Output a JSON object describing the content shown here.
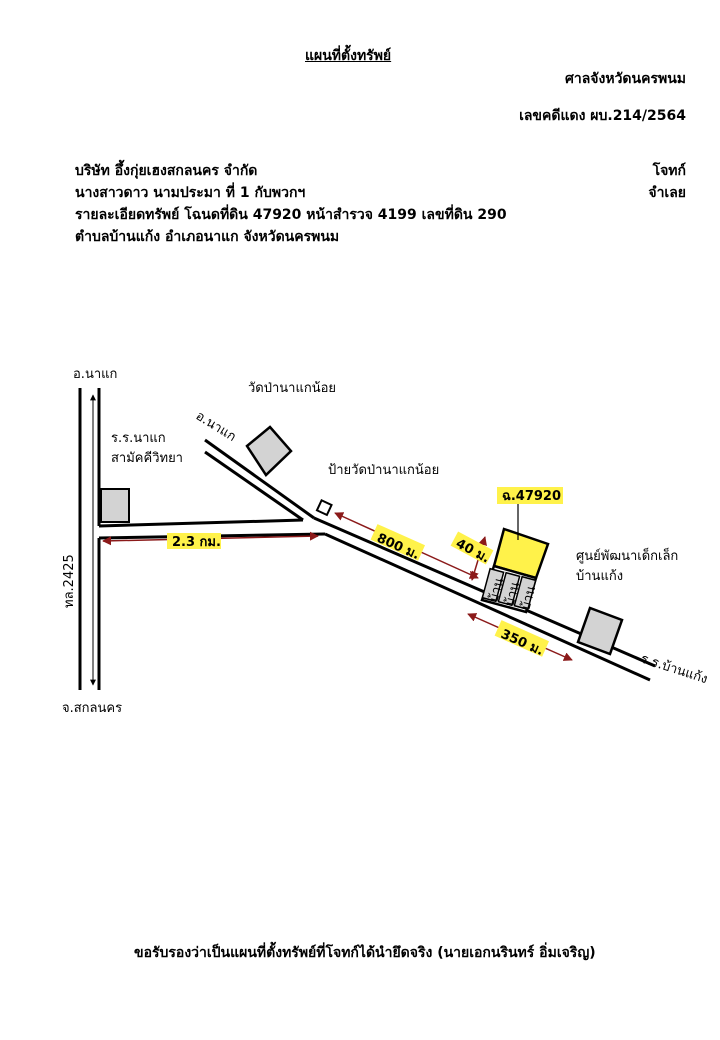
{
  "header": {
    "title": "แผนที่ตั้งทรัพย์",
    "court": "ศาลจังหวัดนครพนม",
    "case_no": "เลขคดีแดง ผบ.214/2564"
  },
  "parties": {
    "plaintiff_name": "บริษัท อึ้งกุ่ยเฮงสกลนคร จำกัด",
    "plaintiff_role": "โจทก์",
    "defendant_name": "นางสาวดาว นามประมา ที่ 1 กับพวกฯ",
    "defendant_role": "จำเลย"
  },
  "property": {
    "detail_line1": "รายละเอียดทรัพย์ โฉนดที่ดิน 47920 หน้าสำรวจ 4199 เลขที่ดิน 290",
    "detail_line2": "ตำบลบ้านแก้ง อำเภอนาแก จังหวัดนครพนม"
  },
  "map": {
    "north_end": "อ.นาแก",
    "south_end": "จ.สกลนคร",
    "highway": "ทล.2425",
    "school_left": [
      "ร.ร.นาแก",
      "สามัคคีวิทยา"
    ],
    "branch_road_end": "อ.นาแก",
    "temple": "วัดป่านาแกน้อย",
    "temple_sign": "ป้ายวัดป่านาแกน้อย",
    "deed": "ฉ.47920",
    "dist_junction": "2.3 กม.",
    "dist_sign": "800 ม.",
    "dist_plot": "40 ม.",
    "dist_childcare": "350 ม.",
    "childcare": [
      "ศูนย์พัฒนาเด็กเล็ก",
      "บ้านแก้ง"
    ],
    "school_right": "ร.ร.บ้านแก้ง",
    "house_label": "บ้าน"
  },
  "colors": {
    "highlight": "#fff24a",
    "building": "#d3d3d3",
    "dimension_arrow": "#8b1a1a"
  },
  "footer": {
    "certification": "ขอรับรองว่าเป็นแผนที่ตั้งทรัพย์ที่โจทก์ได้นำยึดจริง (นายเอกนรินทร์ อิ่มเจริญ)"
  }
}
